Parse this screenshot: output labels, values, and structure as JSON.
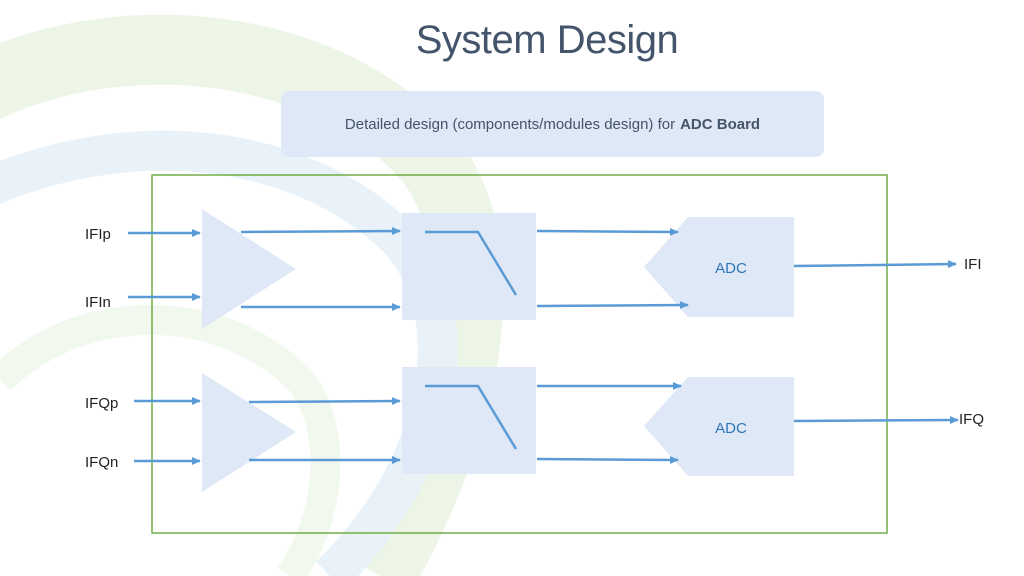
{
  "slide": {
    "title": "System Design",
    "subtitle_prefix": "Detailed design (components/modules design) for",
    "subtitle_bold": "ADC Board"
  },
  "diagram": {
    "inputs": [
      "IFIp",
      "IFIn",
      "IFQp",
      "IFQn"
    ],
    "outputs": [
      "IFI",
      "IFQ"
    ],
    "adc_labels": [
      "ADC",
      "ADC"
    ]
  },
  "colors": {
    "title": "#44546A",
    "block_fill": "#dfe8f6",
    "arrow": "#5B9BD5",
    "board_border": "#70AD47",
    "adc_text": "#2E75B6"
  }
}
